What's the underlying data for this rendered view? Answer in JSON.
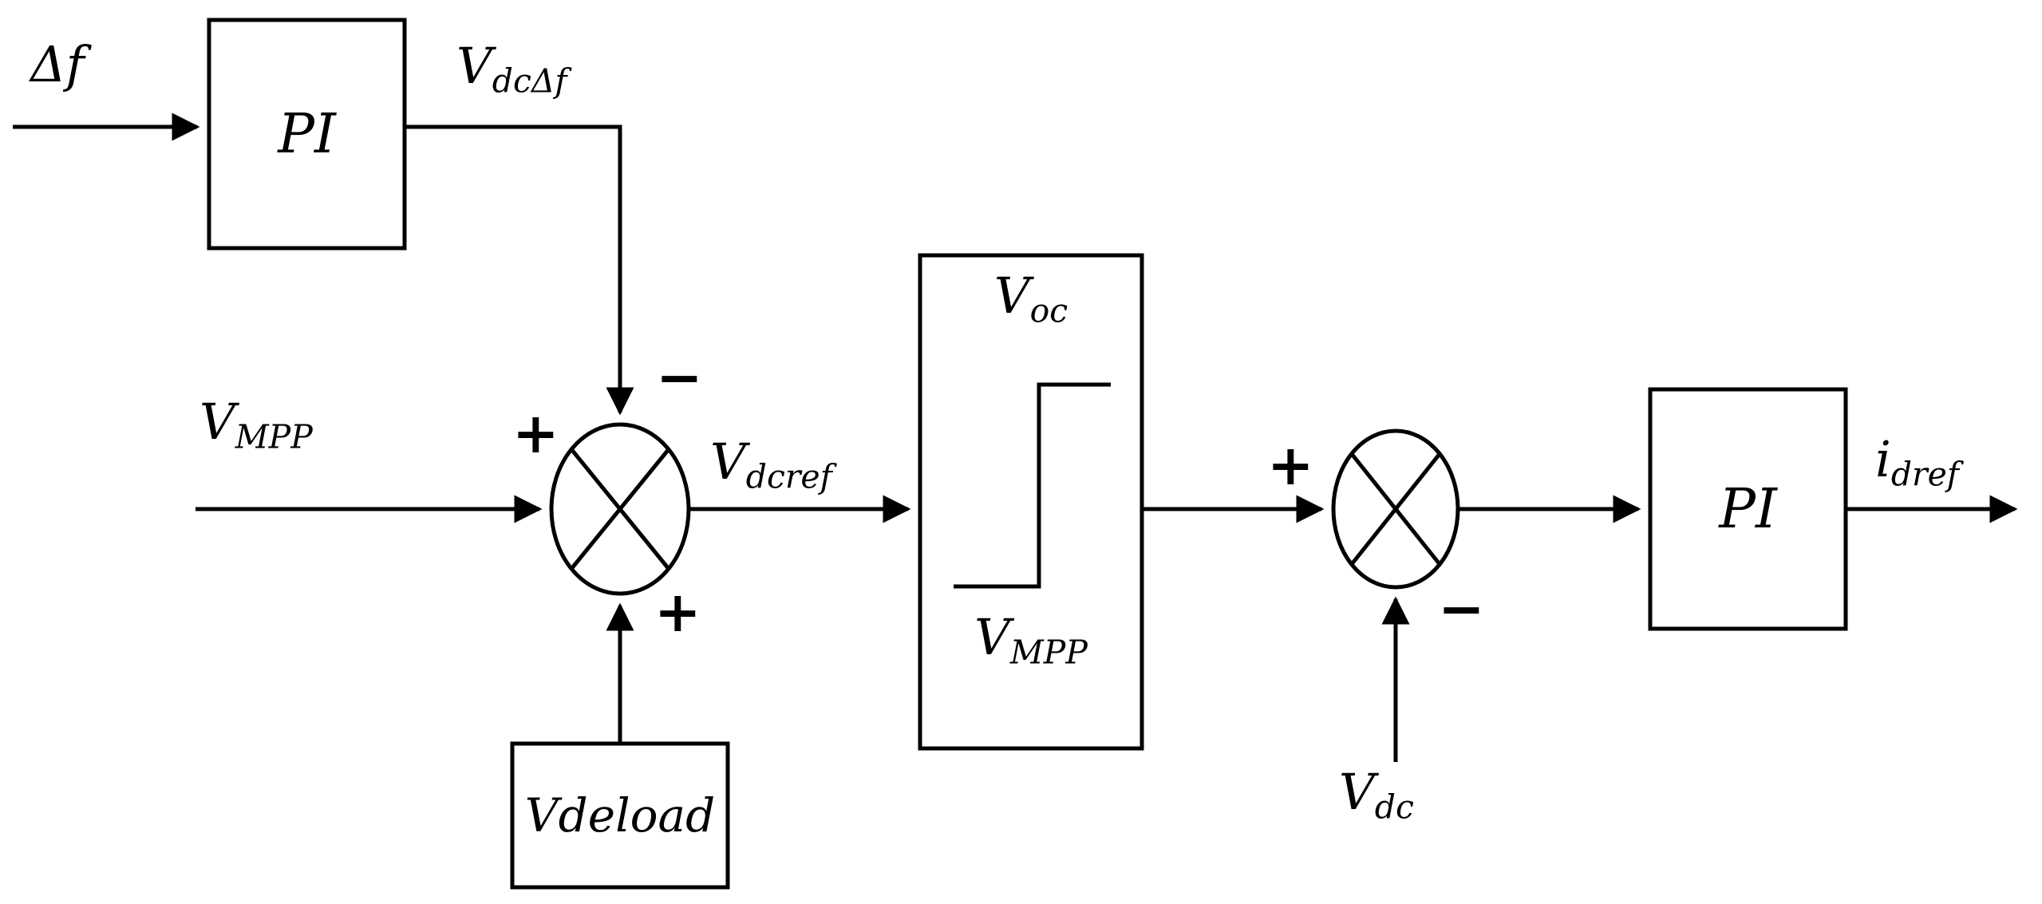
{
  "diagram": {
    "title": "PI control block diagram with deloading and limiter",
    "colors": {
      "line": "#000000",
      "background": "#ffffff"
    }
  },
  "blocks": {
    "pi1": "PI",
    "pi2": "PI",
    "v_deload": {
      "main": "V",
      "sub": "deload"
    },
    "limiter_upper": {
      "main": "V",
      "sub": "oc"
    },
    "limiter_lower": {
      "main": "V",
      "sub": "MPP"
    }
  },
  "signals": {
    "delta_f": "Δf",
    "v_dc_delta_f": {
      "main": "V",
      "sub": "dcΔf"
    },
    "v_mpp": {
      "main": "V",
      "sub": "MPP"
    },
    "v_dcref": {
      "main": "V",
      "sub": "dcref"
    },
    "v_dc": {
      "main": "V",
      "sub": "dc"
    },
    "i_dref": {
      "main": "i",
      "sub": "dref"
    }
  },
  "operators": {
    "sum1_plus_left": "+",
    "sum1_minus_top": "−",
    "sum1_plus_bottom": "+",
    "sum2_plus_left": "+",
    "sum2_minus_bottom": "−"
  }
}
